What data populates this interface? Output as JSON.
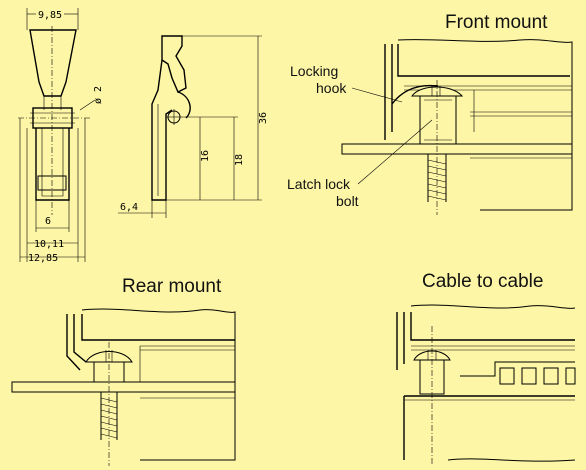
{
  "captions": {
    "front_mount": "Front mount",
    "rear_mount": "Rear mount",
    "cable_to_cable": "Cable to cable"
  },
  "labels": {
    "locking_hook_1": "Locking",
    "locking_hook_2": "hook",
    "latch_lock_bolt_1": "Latch lock",
    "latch_lock_bolt_2": "bolt"
  },
  "dimensions": {
    "top_width": "9,85",
    "pin_diameter": "ø 2",
    "inner_width": "6",
    "mid_width": "10,11",
    "outer_width": "12,85",
    "height_16": "16",
    "height_18": "18",
    "height_36": "36",
    "offset": "6,4"
  },
  "colors": {
    "background": "#fdf6a6",
    "line": "#000000"
  }
}
